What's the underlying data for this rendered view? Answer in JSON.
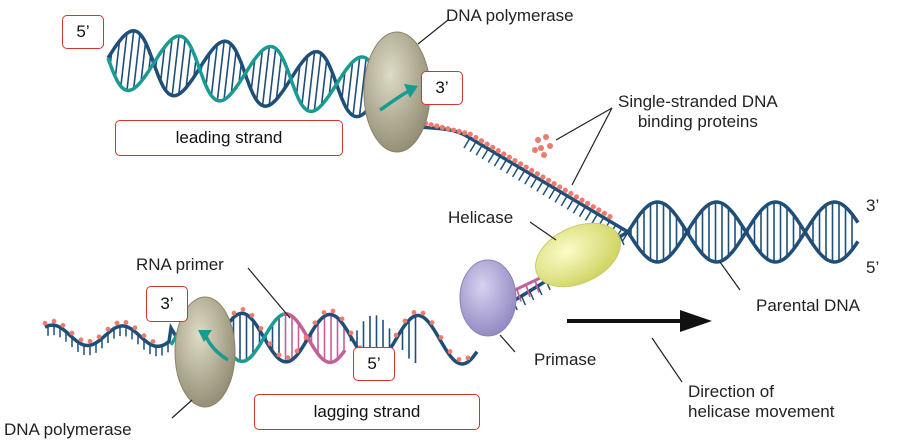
{
  "labels": {
    "dna_polymerase_top": "DNA polymerase",
    "dna_polymerase_bottom": "DNA polymerase",
    "ssb": "Single-stranded DNA\nbinding proteins",
    "helicase": "Helicase",
    "rna_primer": "RNA primer",
    "parental_dna": "Parental DNA",
    "primase": "Primase",
    "direction": "Direction of\nhelicase movement",
    "three_prime_right": "3’",
    "five_prime_right": "5’"
  },
  "boxes": {
    "five_prime_top": "5’",
    "three_prime_top": "3’",
    "leading_strand": "leading strand",
    "three_prime_bottom": "3’",
    "five_prime_bottom": "5’",
    "lagging_strand": "lagging strand"
  },
  "colors": {
    "backbone": "#1f4e79",
    "new_strand": "#1a9b92",
    "primer": "#c2609a",
    "ssb": "#f07a6c",
    "polymerase": "#b3ad93",
    "helicase": "#e9ec86",
    "primase": "#a9a1d0",
    "box_border": "#d0352f"
  }
}
